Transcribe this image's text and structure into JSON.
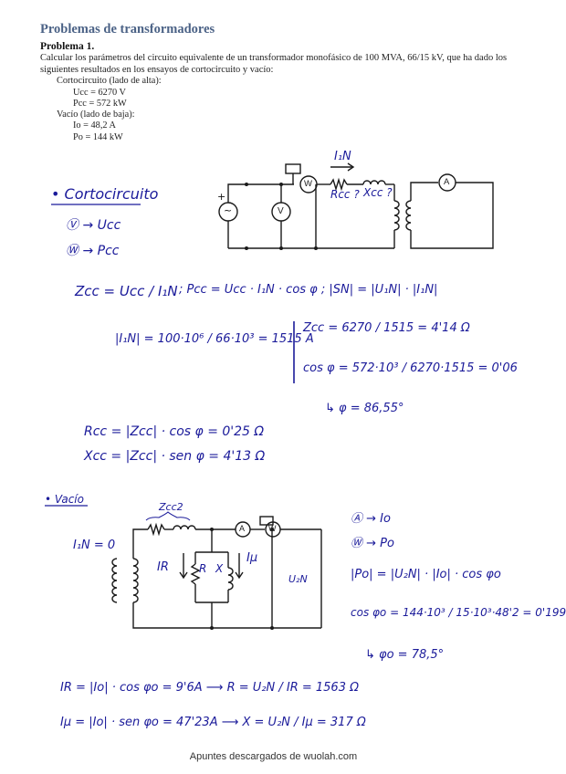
{
  "header": {
    "title": "Problemas de transformadores",
    "problem_title": "Problema 1.",
    "statement": "Calcular los parámetros del circuito equivalente de un transformador monofásico de 100 MVA, 66/15 kV, que ha dado los siguientes resultados en los ensayos de cortocircuito y vacío:"
  },
  "given": {
    "cc_label": "Cortocircuito (lado de alta):",
    "ucc": "Ucc = 6270 V",
    "pcc": "Pcc = 572 kW",
    "vacio_label": "Vacío (lado de baja):",
    "io": "Io = 48,2 A",
    "po": "Po = 144 kW"
  },
  "short_circuit": {
    "heading": "• Cortocircuito",
    "note_v": "Ⓥ → Ucc",
    "note_w": "Ⓦ → Pcc",
    "circuit": {
      "current_label": "I₁N",
      "r_label": "Rcc ?",
      "x_label": "Xcc ?",
      "plus": "+",
      "meter_w": "W",
      "meter_v": "V",
      "meter_a": "A",
      "source": "~"
    },
    "eq_zcc_def": "Zcc = Ucc / I₁N",
    "eq_pcc": ";   Pcc = Ucc · I₁N · cos φ   ;   |SN| = |U₁N| · |I₁N|",
    "eq_in": "|I₁N| = 100·10⁶ / 66·10³ = 1515 A",
    "eq_zcc_val": "Zcc = 6270 / 1515 = 4'14 Ω",
    "eq_cos": "cos φ = 572·10³ / 6270·1515 = 0'06",
    "eq_phi": "↳ φ = 86,55°",
    "eq_rcc": "Rcc = |Zcc| · cos φ = 0'25 Ω",
    "eq_xcc": "Xcc = |Zcc| · sen φ = 4'13 Ω"
  },
  "no_load": {
    "heading": "• Vacío",
    "circuit": {
      "zcc2_label": "Zcc2",
      "i1n_label": "I₁N = 0",
      "ir_label": "IR",
      "r_label": "R",
      "x_label": "X",
      "imu_label": "Iμ",
      "u2n_label": "U₂N",
      "meter_a": "A",
      "meter_w": "W"
    },
    "note_a": "Ⓐ → Io",
    "note_w": "Ⓦ → Po",
    "eq_po": "|Po| = |U₂N| · |Io| · cos φo",
    "eq_cos": "cos φo = 144·10³ / 15·10³·48'2 = 0'199",
    "eq_phi": "↳ φo = 78,5°",
    "eq_ir": "IR = |Io| · cos φo = 9'6A  ⟶  R = U₂N / IR = 1563 Ω",
    "eq_imu": "Iμ = |Io| · sen φo = 47'23A  ⟶  X = U₂N / Iμ = 317 Ω"
  },
  "footer": "Apuntes descargados de wuolah.com",
  "colors": {
    "title": "#4b6286",
    "ink": "#1b1b9a",
    "circuit": "#1a1a1a"
  }
}
